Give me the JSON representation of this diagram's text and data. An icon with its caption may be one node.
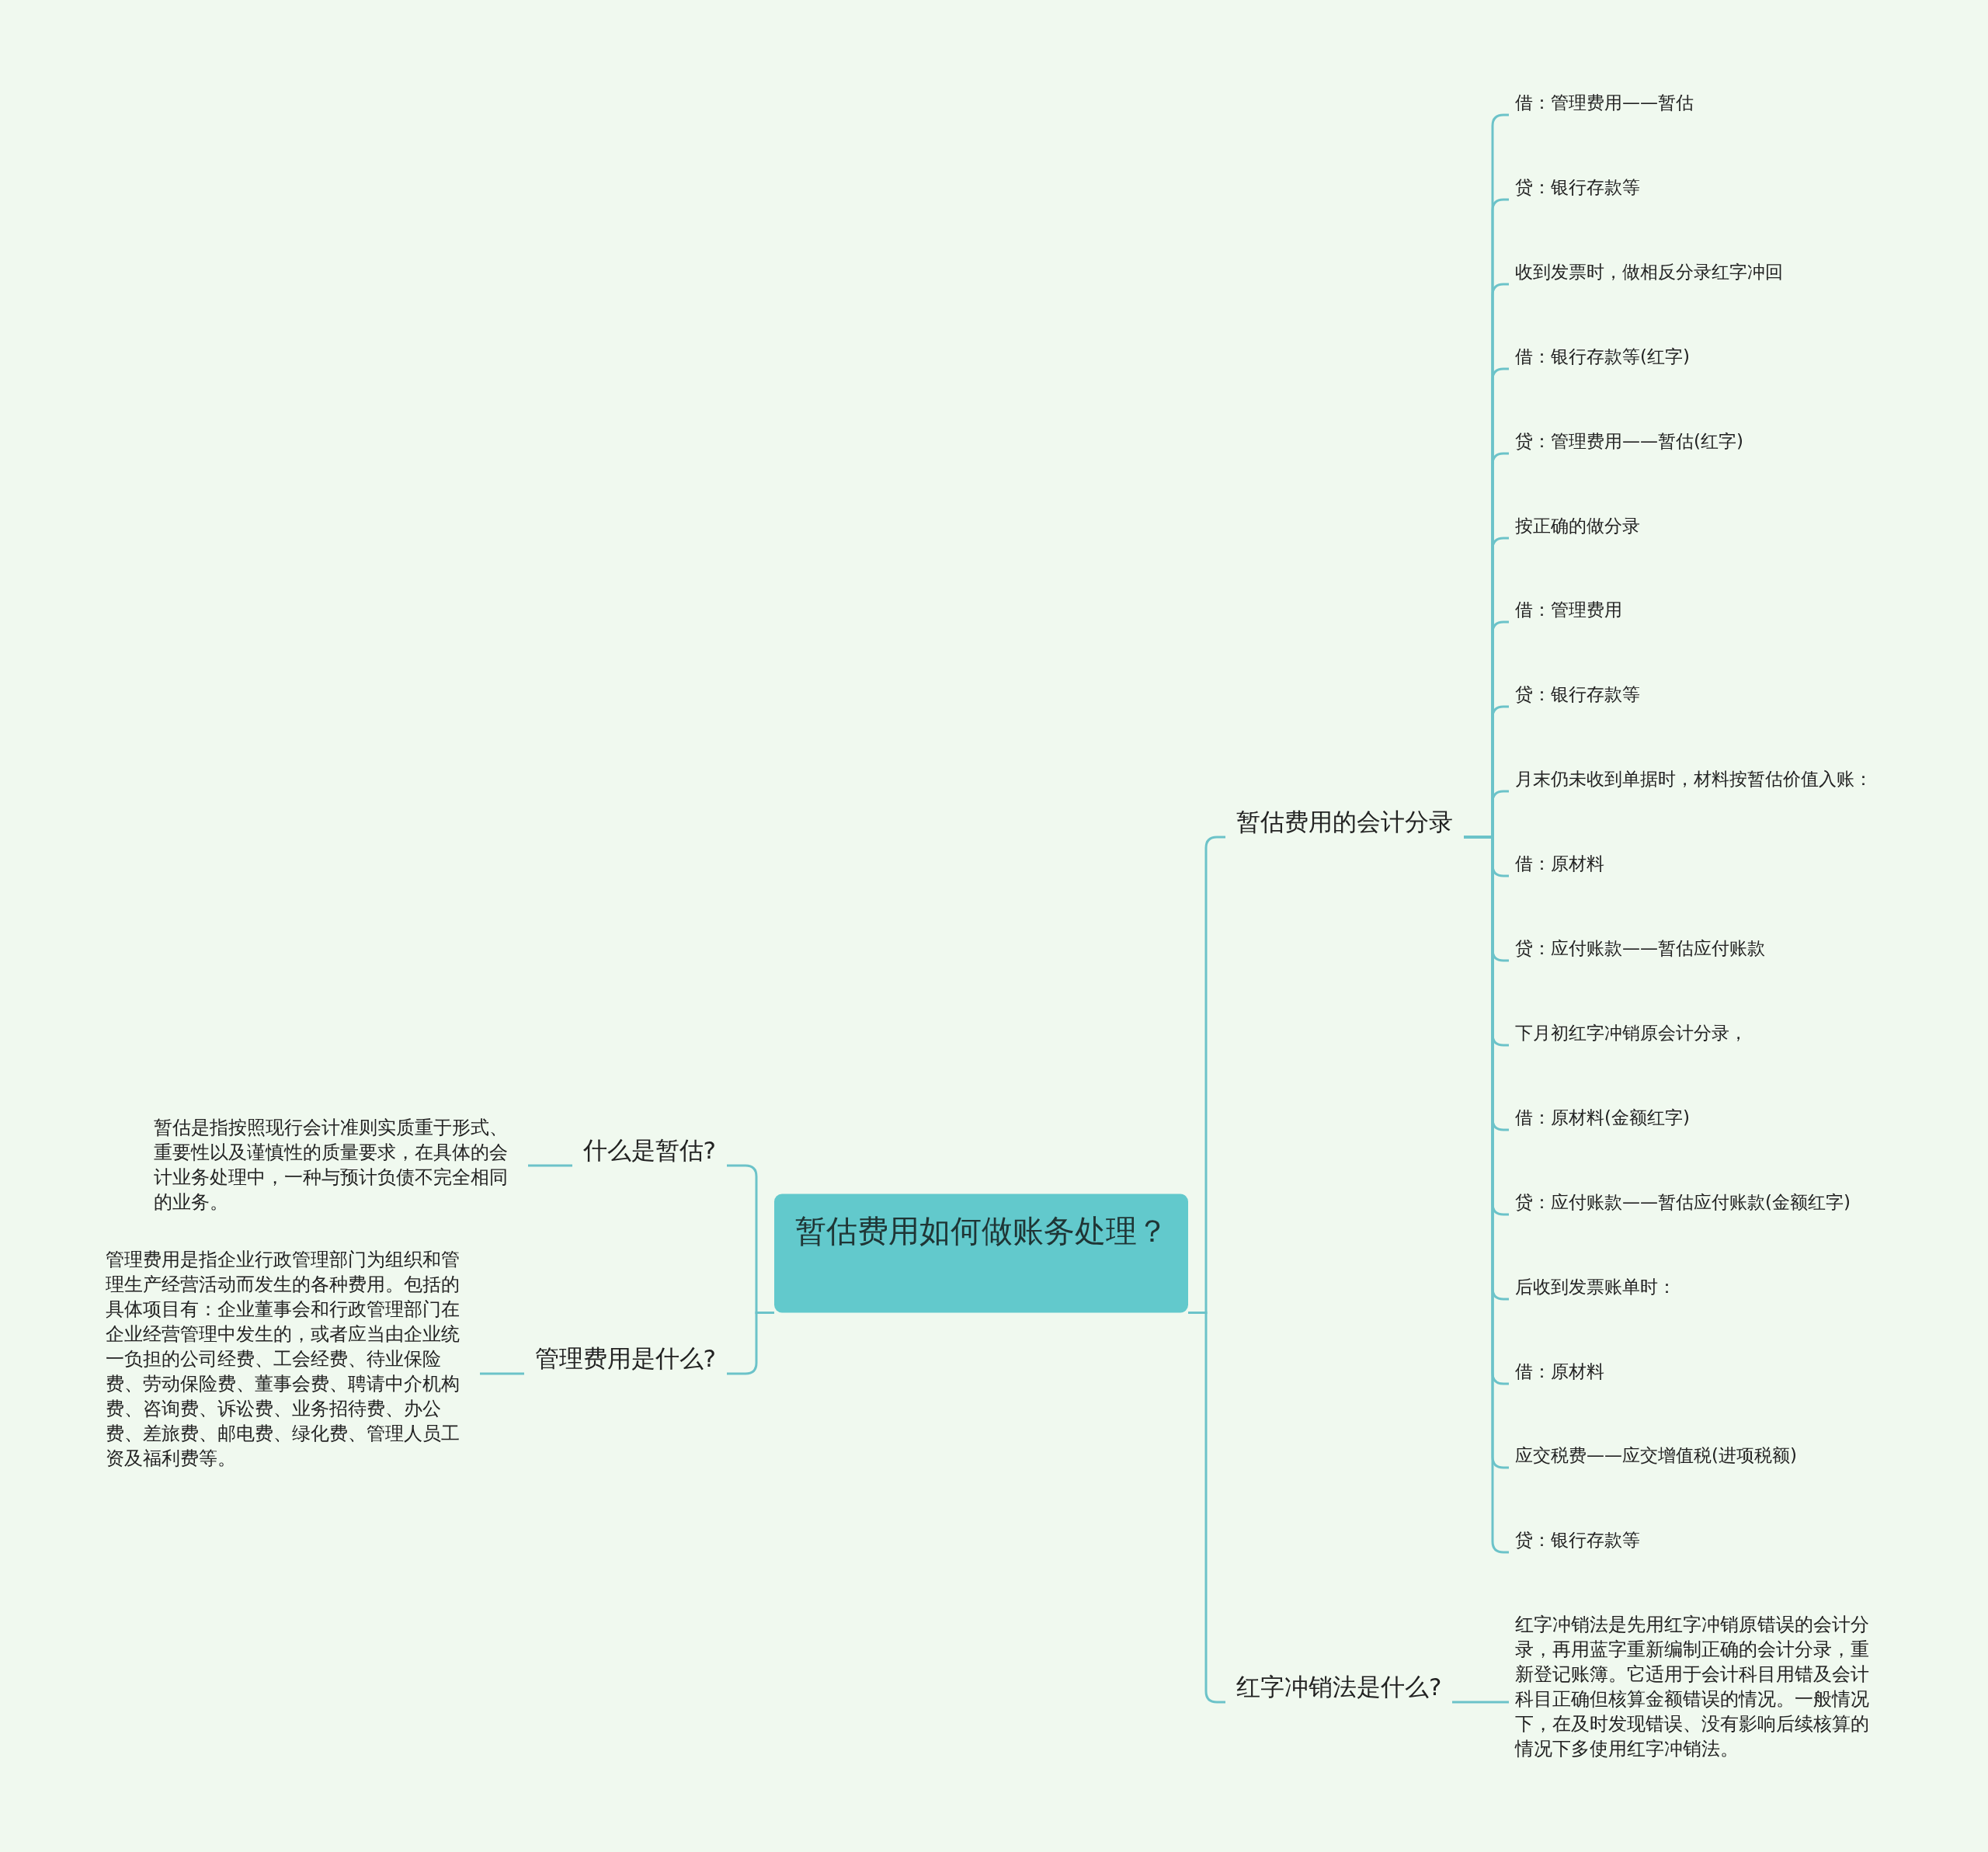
{
  "diagram": {
    "nodes": [
      {
        "text": [
          "暂估费用如何做账务处理？"
        ]
      },
      {
        "text": [
          "什么是暂估?"
        ]
      },
      {
        "text": [
          "暂估是指按照现行会计准则实质重于形式、重要性以及谨慎性的质量要求，在具体的会计业务处理中，一种与预计负债不完全相同的业务。"
        ]
      },
      {
        "text": [
          "管理费用是什么?"
        ]
      },
      {
        "text": [
          "管理费用是指企业行政管理部门为组织和管理生产经营活动而发生的各种费用。包括的具体项目有：企业董事会和行政管理部门在企业经营管理中发生的，或者应当由企业统一负担的公司经费、工会经费、待业保险费、劳动保险费、董事会费、聘请中介机构费、咨询费、诉讼费、业务招待费、办公费、差旅费、邮电费、绿化费、管理人员工资及福利费等。"
        ]
      },
      {
        "text": [
          "暂估费用的会计分录"
        ]
      },
      {
        "text": [
          "借：管理费用——暂估"
        ]
      },
      {
        "text": [
          "贷：银行存款等"
        ]
      },
      {
        "text": [
          "收到发票时，做相反分录红字冲回"
        ]
      },
      {
        "text": [
          "借：银行存款等(红字)"
        ]
      },
      {
        "text": [
          "贷：管理费用——暂估(红字)"
        ]
      },
      {
        "text": [
          "按正确的做分录"
        ]
      },
      {
        "text": [
          "借：管理费用"
        ]
      },
      {
        "text": [
          "贷：银行存款等"
        ]
      },
      {
        "text": [
          "月末仍未收到单据时，材料按暂估价值入账："
        ]
      },
      {
        "text": [
          "借：原材料"
        ]
      },
      {
        "text": [
          "贷：应付账款——暂估应付账款"
        ]
      },
      {
        "text": [
          "下月初红字冲销原会计分录，"
        ]
      },
      {
        "text": [
          "借：原材料(金额红字)"
        ]
      },
      {
        "text": [
          "贷：应付账款——暂估应付账款(金额红字)"
        ]
      },
      {
        "text": [
          "后收到发票账单时："
        ]
      },
      {
        "text": [
          "借：原材料"
        ]
      },
      {
        "text": [
          "应交税费——应交增值税(进项税额)"
        ]
      },
      {
        "text": [
          "贷：银行存款等"
        ]
      },
      {
        "text": [
          "红字冲销法是什么?"
        ]
      },
      {
        "text": [
          "红字冲销法是先用红字冲销原错误的会计分录，再用蓝字重新编制正确的会计分录，重新登记账簿。它适用于会计科目用错及会计科目正确但核算金额错误的情况。一般情况下，在及时发现错误、没有影响后续核算的情况下多使用红字冲销法。"
        ]
      }
    ],
    "edges": [
      {
        "from": 0,
        "to": 1,
        "arrow": "none"
      },
      {
        "from": 1,
        "to": 2,
        "arrow": "none"
      },
      {
        "from": 0,
        "to": 3,
        "arrow": "none"
      },
      {
        "from": 3,
        "to": 4,
        "arrow": "none"
      },
      {
        "from": 0,
        "to": 5,
        "arrow": "none"
      },
      {
        "from": 5,
        "to": 6,
        "arrow": "none"
      },
      {
        "from": 5,
        "to": 7,
        "arrow": "none"
      },
      {
        "from": 5,
        "to": 8,
        "arrow": "none"
      },
      {
        "from": 5,
        "to": 9,
        "arrow": "none"
      },
      {
        "from": 5,
        "to": 10,
        "arrow": "none"
      },
      {
        "from": 5,
        "to": 11,
        "arrow": "none"
      },
      {
        "from": 5,
        "to": 12,
        "arrow": "none"
      },
      {
        "from": 5,
        "to": 13,
        "arrow": "none"
      },
      {
        "from": 5,
        "to": 14,
        "arrow": "none"
      },
      {
        "from": 5,
        "to": 15,
        "arrow": "none"
      },
      {
        "from": 5,
        "to": 16,
        "arrow": "none"
      },
      {
        "from": 5,
        "to": 17,
        "arrow": "none"
      },
      {
        "from": 5,
        "to": 18,
        "arrow": "none"
      },
      {
        "from": 5,
        "to": 19,
        "arrow": "none"
      },
      {
        "from": 5,
        "to": 20,
        "arrow": "none"
      },
      {
        "from": 5,
        "to": 21,
        "arrow": "none"
      },
      {
        "from": 5,
        "to": 22,
        "arrow": "none"
      },
      {
        "from": 5,
        "to": 23,
        "arrow": "none"
      },
      {
        "from": 0,
        "to": 24,
        "arrow": "none"
      },
      {
        "from": 24,
        "to": 25,
        "arrow": "none"
      }
    ]
  }
}
